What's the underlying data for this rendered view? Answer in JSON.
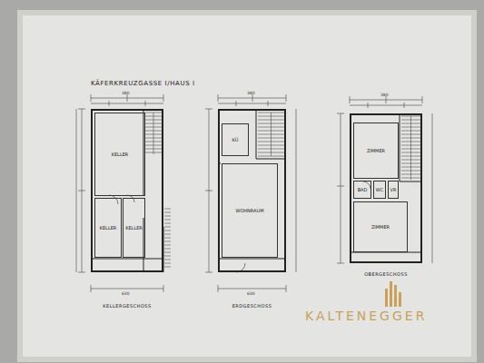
{
  "diagram": {
    "title": "KÄFERKREUZGASSE I/HAUS I",
    "nodes": [
      {
        "text": [
          "KELLERGESCHOSS"
        ]
      },
      {
        "text": [
          "KELLER"
        ],
        "in": 0
      },
      {
        "text": [
          "KELLER"
        ],
        "in": 0
      },
      {
        "text": [
          "KELLER"
        ],
        "in": 0
      },
      {
        "text": [
          "ERDGESCHOSS"
        ]
      },
      {
        "text": [
          "KÜ"
        ],
        "in": 4
      },
      {
        "text": [
          "WOHNRAUM"
        ],
        "in": 4
      },
      {
        "text": [
          "OBERGESCHOSS"
        ]
      },
      {
        "text": [
          "ZIMMER"
        ],
        "in": 7
      },
      {
        "text": [
          "BAD"
        ],
        "in": 7
      },
      {
        "text": [
          "WC"
        ],
        "in": 7
      },
      {
        "text": [
          "VR"
        ],
        "in": 7
      },
      {
        "text": [
          "ZIMMER"
        ],
        "in": 7
      }
    ],
    "edges": [],
    "labels": [
      "KALTENEGGER",
      "380",
      "380",
      "380",
      "630",
      "630"
    ]
  }
}
